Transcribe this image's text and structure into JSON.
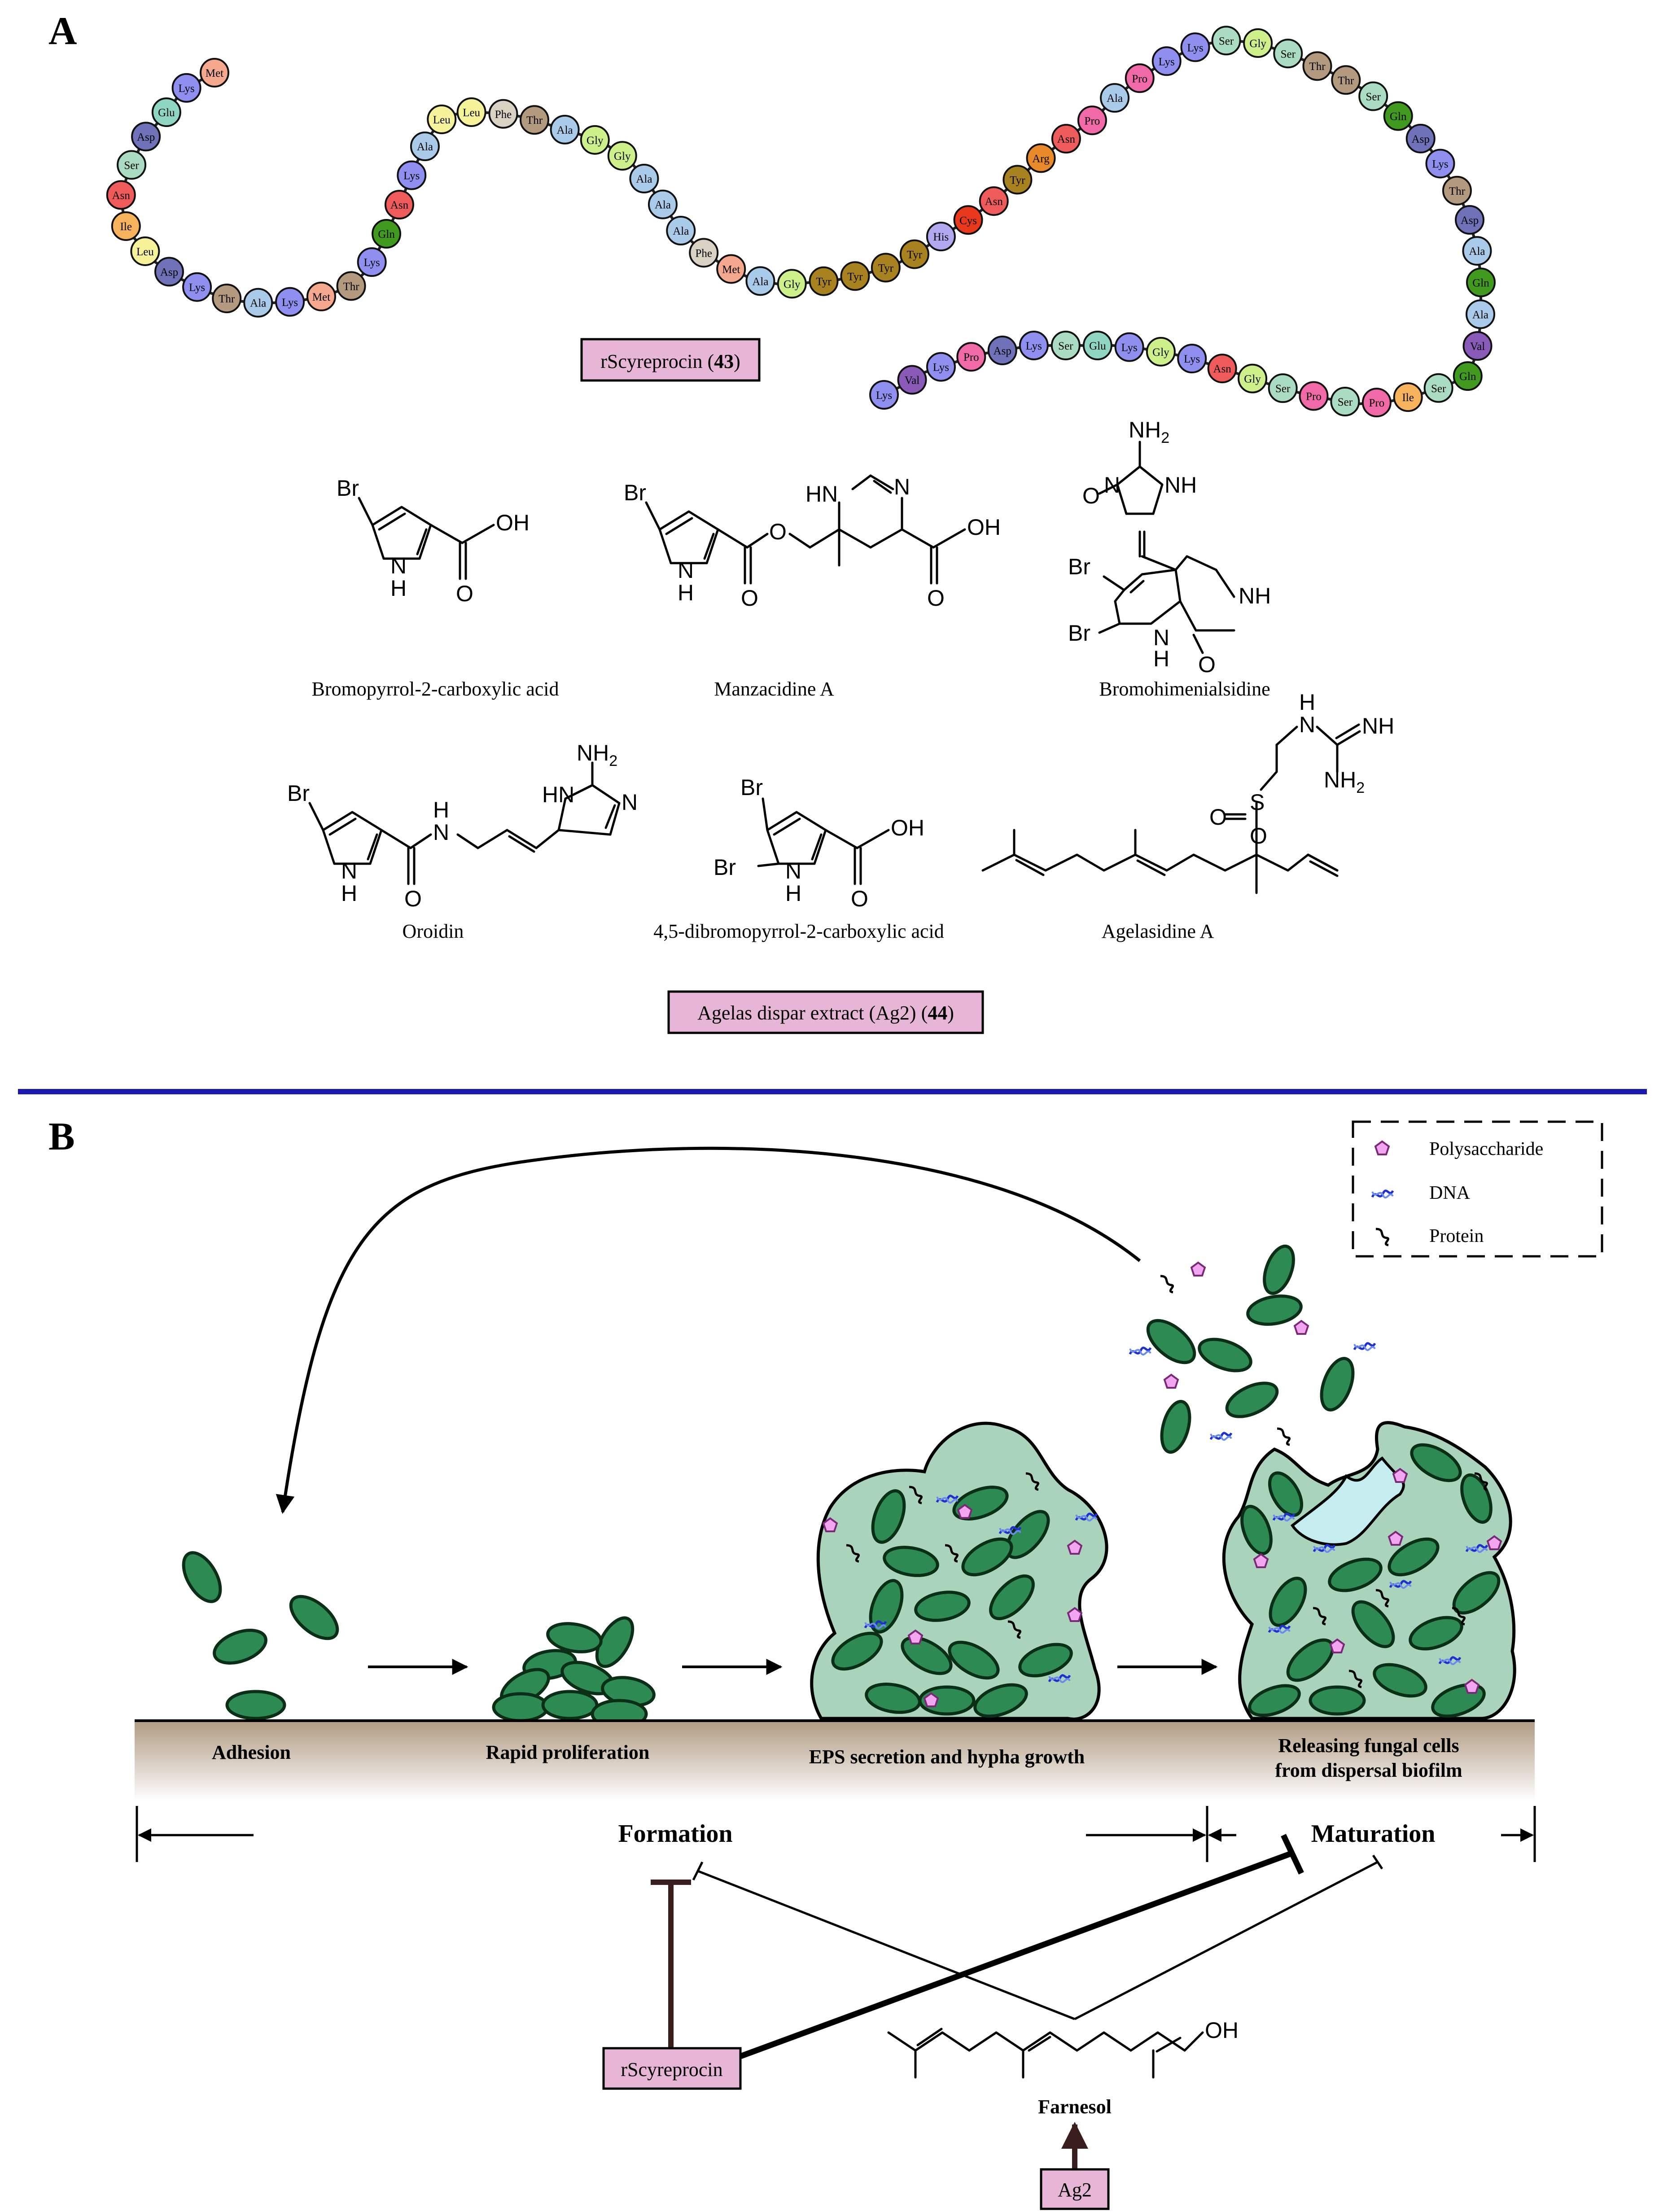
{
  "panel_a": {
    "label": "A",
    "peptide_caption": {
      "name": "rScyreprocin",
      "number": "43"
    },
    "residues": [
      "Met",
      "Lys",
      "Glu",
      "Asp",
      "Ser",
      "Asn",
      "Ile",
      "Leu",
      "Asp",
      "Lys",
      "Thr",
      "Ala",
      "Lys",
      "Met",
      "Thr",
      "Lys",
      "Gln",
      "Asn",
      "Lys",
      "Ala",
      "Leu",
      "Leu",
      "Phe",
      "Thr",
      "Ala",
      "Gly",
      "Gly",
      "Ala",
      "Ala",
      "Ala",
      "Phe",
      "Met",
      "Ala",
      "Gly",
      "Tyr",
      "Tyr",
      "Tyr",
      "Tyr",
      "His",
      "Cys",
      "Asn",
      "Tyr",
      "Arg",
      "Asn",
      "Pro",
      "Ala",
      "Pro",
      "Lys",
      "Lys",
      "Ser",
      "Gly",
      "Ser",
      "Thr",
      "Thr",
      "Ser",
      "Gln",
      "Asp",
      "Lys",
      "Thr",
      "Asp",
      "Ala",
      "Gln",
      "Ala",
      "Val",
      "Gln",
      "Ser",
      "Ile",
      "Pro",
      "Ser",
      "Pro",
      "Ser",
      "Gly",
      "Asn",
      "Lys",
      "Gly",
      "Lys",
      "Glu",
      "Ser",
      "Lys",
      "Asp",
      "Pro",
      "Lys",
      "Val",
      "Lys"
    ],
    "compounds": [
      {
        "name": "Bromopyrrol-2-carboxylic acid"
      },
      {
        "name": "Manzacidine A"
      },
      {
        "name": "Bromohimenialsidine"
      },
      {
        "name": "Oroidin"
      },
      {
        "name": "4,5-dibromopyrrol-2-carboxylic acid"
      },
      {
        "name": "Agelasidine A"
      }
    ],
    "extract_caption": {
      "name": "Agelas dispar extract (Ag2)",
      "number": "44"
    }
  },
  "panel_b": {
    "label": "B",
    "legend": [
      "Polysaccharide",
      "DNA",
      "Protein"
    ],
    "stages": [
      "Adhesion",
      "Rapid proliferation",
      "EPS secretion and hypha growth",
      "Releasing fungal cells",
      "from dispersal biofilm"
    ],
    "phases": {
      "formation": "Formation",
      "maturation": "Maturation"
    },
    "inhibitors": {
      "peptide": "rScyreprocin",
      "farnesol": "Farnesol",
      "extract": "Ag2"
    }
  },
  "atoms": {
    "br": "Br",
    "oh": "OH",
    "o": "O",
    "h": "H",
    "n": "N",
    "nh": "NH",
    "hn": "HN",
    "nh2": "NH",
    "s": "S",
    "sub2": "2"
  },
  "colors": {
    "Met": "#f4a98f",
    "Lys": "#8f8ff0",
    "Glu": "#8fd6c2",
    "Asp": "#6f72b8",
    "Ser": "#a9dcc0",
    "Asn": "#ef5b5b",
    "Ile": "#f7b35c",
    "Leu": "#f6f29a",
    "Thr": "#b39a7f",
    "Ala": "#a9cbe9",
    "Gln": "#3f9a1e",
    "Phe": "#d9d2c4",
    "Gly": "#cdf08a",
    "Tyr": "#a8821e",
    "His": "#b0a9f0",
    "Cys": "#e8391c",
    "Arg": "#e88a2a",
    "Pro": "#f06aa8",
    "Val": "#8a5ab8",
    "cell": "#2d8a52",
    "matrix": "#a9d4bb",
    "divider": "#1a1ab0"
  }
}
